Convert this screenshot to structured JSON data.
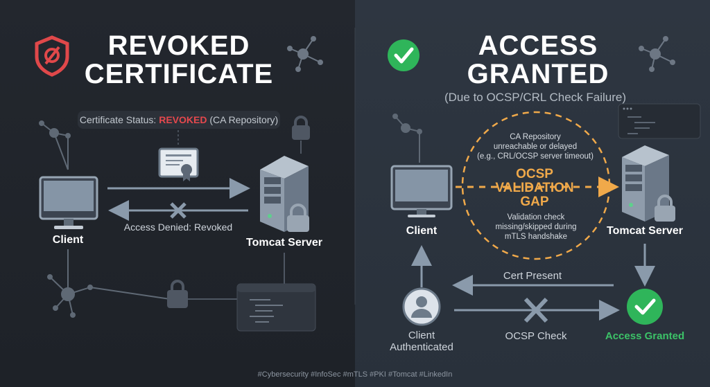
{
  "left": {
    "title_line1": "REVOKED",
    "title_line2": "CERTIFICATE",
    "status_prefix": "Certificate Status: ",
    "status_value": "REVOKED",
    "status_suffix": " (CA Repository)",
    "client_label": "Client",
    "server_label": "Tomcat Server",
    "denied_label": "Access Denied: Revoked"
  },
  "right": {
    "title_line1": "ACCESS",
    "title_line2": "GRANTED",
    "subtitle": "(Due to OCSP/CRL Check Failure)",
    "gap_top_lines": [
      "CA Repository",
      "unreachable or delayed",
      "(e.g., CRL/OCSP server timeout)"
    ],
    "gap_title_lines": [
      "OCSP",
      "VALIDATION",
      "GAP"
    ],
    "gap_bottom_lines": [
      "Validation check",
      "missing/skipped during",
      "mTLS handshake"
    ],
    "client_label": "Client",
    "server_label": "Tomcat Server",
    "cert_present_label": "Cert Present",
    "client_auth_lines": [
      "Client",
      "Authenticated"
    ],
    "ocsp_check_label": "OCSP Check",
    "access_granted_label": "Access Granted"
  },
  "footer": {
    "hashtags": "#Cybersecurity #InfoSec #mTLS #PKI #Tomcat #LinkedIn"
  },
  "colors": {
    "red": "#e5484d",
    "green": "#3cc368",
    "orange": "#f0a94a",
    "line": "#8a9aab"
  }
}
